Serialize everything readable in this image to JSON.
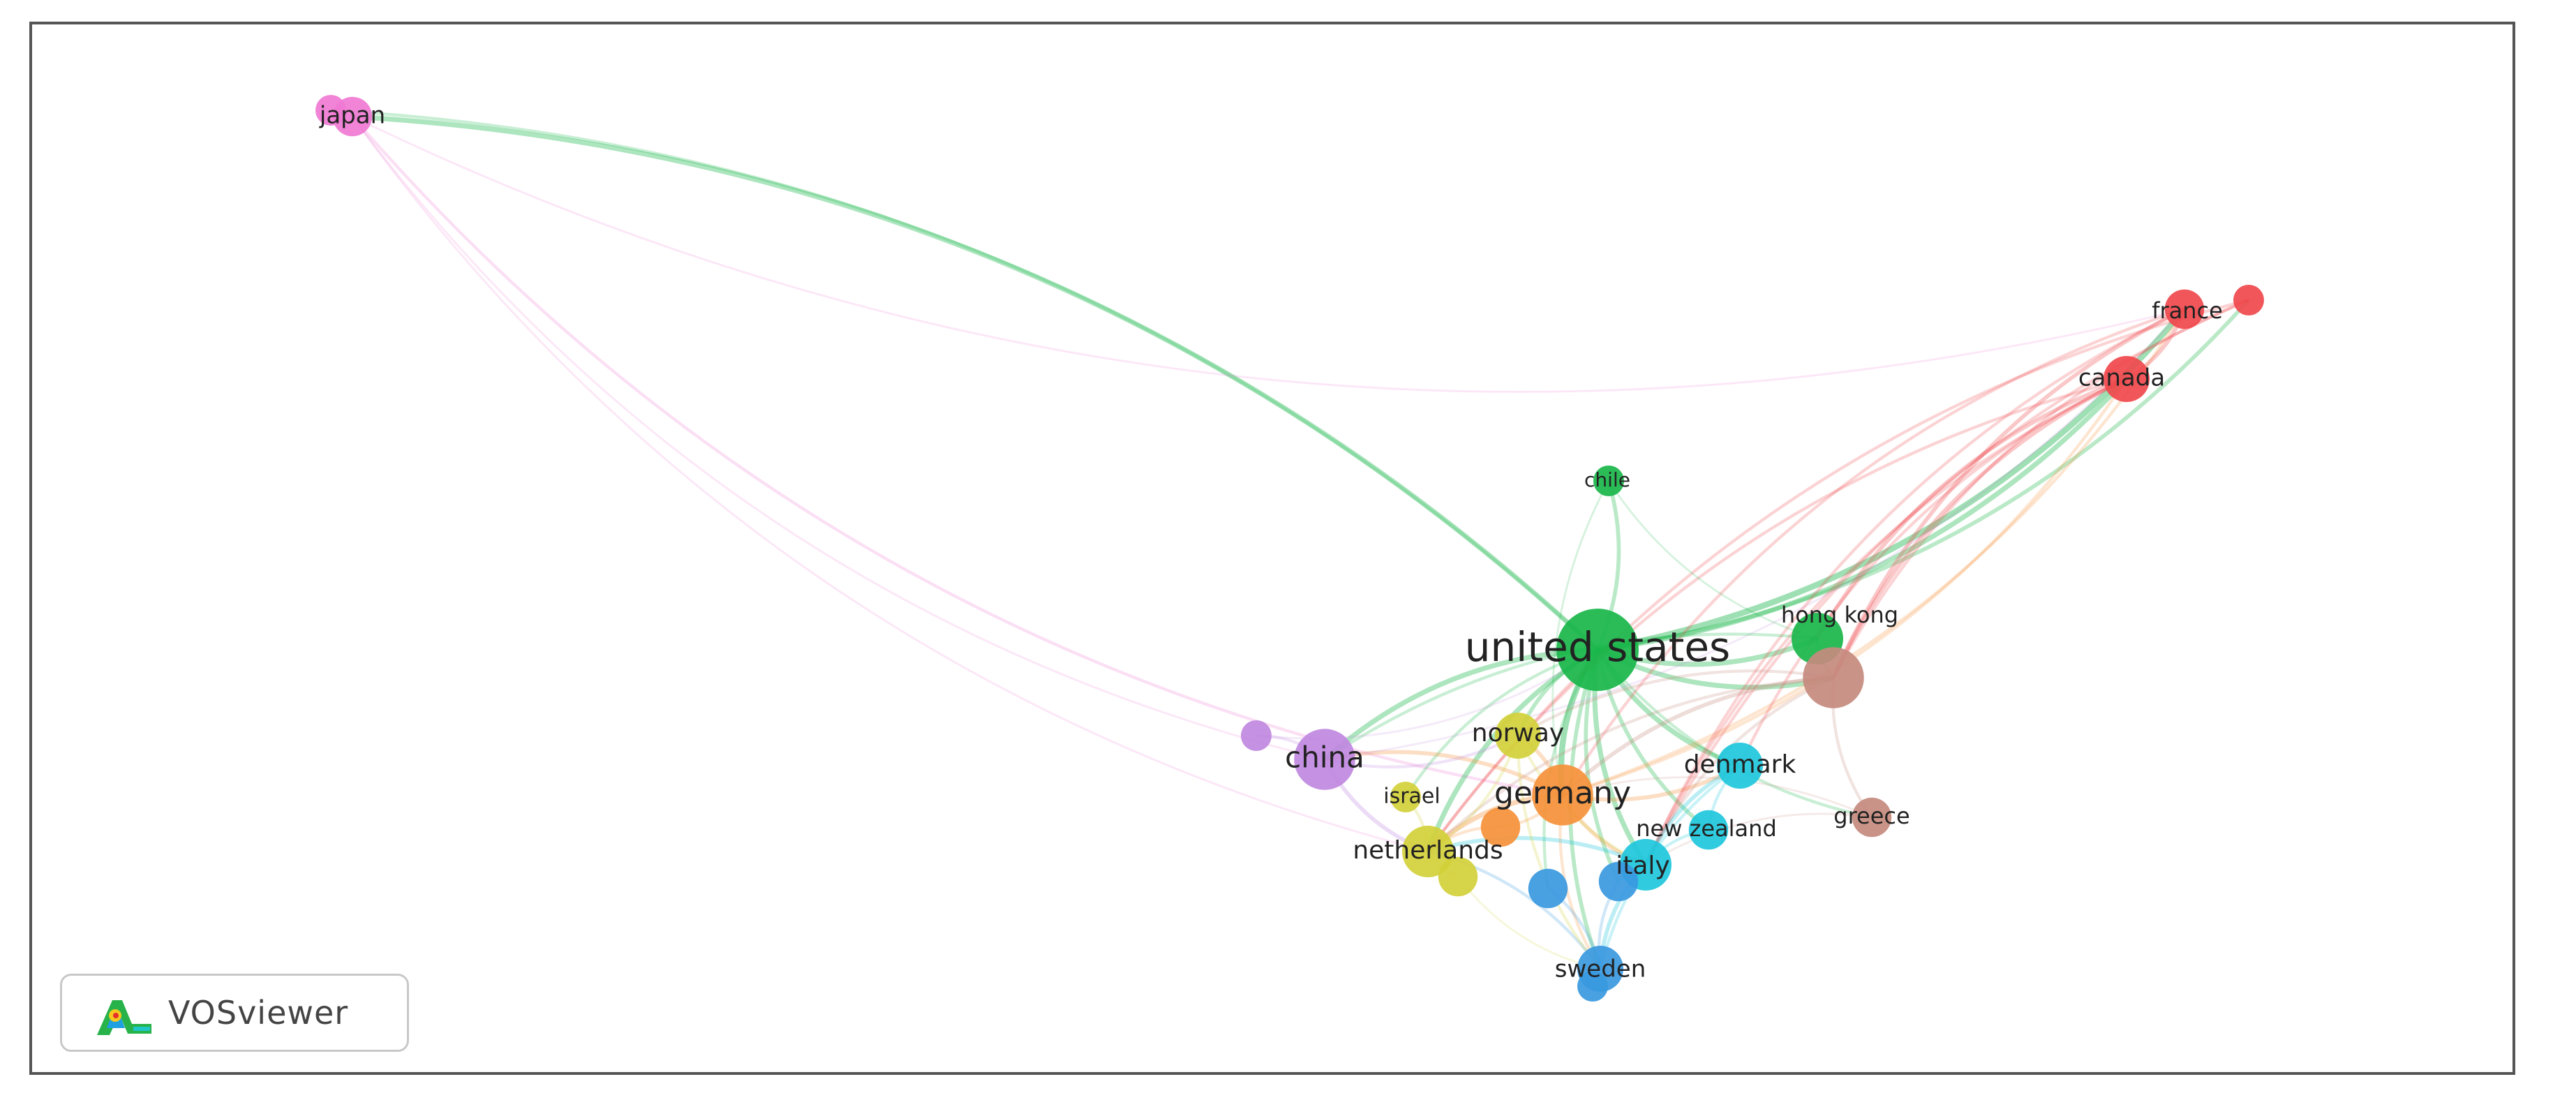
{
  "brand": {
    "name": "VOSviewer"
  },
  "colors": {
    "red": "#f0484c",
    "green": "#19b64a",
    "purple": "#c088e0",
    "orange": "#f5913a",
    "yellow": "#d2d03a",
    "cyan": "#1ec7dc",
    "blue": "#3a99e0",
    "pink": "#f07ad2",
    "brown": "#c58a7e"
  },
  "chart_data": {
    "type": "network",
    "nodes": [
      {
        "id": "japan",
        "label": "japan",
        "cluster": "pink",
        "weight": 2
      },
      {
        "id": "japan2",
        "label": "",
        "cluster": "pink",
        "weight": 1
      },
      {
        "id": "france",
        "label": "france",
        "cluster": "red",
        "weight": 2
      },
      {
        "id": "red2",
        "label": "",
        "cluster": "red",
        "weight": 1
      },
      {
        "id": "canada",
        "label": "canada",
        "cluster": "red",
        "weight": 3
      },
      {
        "id": "chile",
        "label": "chile",
        "cluster": "green",
        "weight": 1
      },
      {
        "id": "us",
        "label": "united states",
        "cluster": "green",
        "weight": 12
      },
      {
        "id": "hongkong",
        "label": "hong kong",
        "cluster": "green",
        "weight": 4
      },
      {
        "id": "brown1",
        "label": "",
        "cluster": "brown",
        "weight": 6
      },
      {
        "id": "greece",
        "label": "greece",
        "cluster": "brown",
        "weight": 2
      },
      {
        "id": "china",
        "label": "china",
        "cluster": "purple",
        "weight": 6
      },
      {
        "id": "purple2",
        "label": "",
        "cluster": "purple",
        "weight": 1
      },
      {
        "id": "norway",
        "label": "norway",
        "cluster": "yellow",
        "weight": 3
      },
      {
        "id": "germany",
        "label": "germany",
        "cluster": "orange",
        "weight": 6
      },
      {
        "id": "orange2",
        "label": "",
        "cluster": "orange",
        "weight": 2
      },
      {
        "id": "israel",
        "label": "israel",
        "cluster": "yellow",
        "weight": 1
      },
      {
        "id": "netherlands",
        "label": "netherlands",
        "cluster": "yellow",
        "weight": 4
      },
      {
        "id": "yellow2",
        "label": "",
        "cluster": "yellow",
        "weight": 2
      },
      {
        "id": "denmark",
        "label": "denmark",
        "cluster": "cyan",
        "weight": 3
      },
      {
        "id": "newzealand",
        "label": "new zealand",
        "cluster": "cyan",
        "weight": 2
      },
      {
        "id": "italy",
        "label": "italy",
        "cluster": "cyan",
        "weight": 4
      },
      {
        "id": "blue1",
        "label": "",
        "cluster": "blue",
        "weight": 2
      },
      {
        "id": "blue2",
        "label": "",
        "cluster": "blue",
        "weight": 2
      },
      {
        "id": "sweden",
        "label": "sweden",
        "cluster": "blue",
        "weight": 3
      },
      {
        "id": "blue3",
        "label": "",
        "cluster": "blue",
        "weight": 1
      }
    ],
    "links": [
      [
        "us",
        "japan",
        4
      ],
      [
        "us",
        "japan2",
        2
      ],
      [
        "japan",
        "france",
        1
      ],
      [
        "japan",
        "germany",
        2
      ],
      [
        "japan",
        "netherlands",
        1
      ],
      [
        "japan",
        "china",
        1
      ],
      [
        "us",
        "france",
        5
      ],
      [
        "us",
        "canada",
        4
      ],
      [
        "us",
        "red2",
        3
      ],
      [
        "us",
        "chile",
        3
      ],
      [
        "us",
        "hongkong",
        4
      ],
      [
        "us",
        "brown1",
        4
      ],
      [
        "us",
        "china",
        4
      ],
      [
        "us",
        "norway",
        3
      ],
      [
        "us",
        "germany",
        5
      ],
      [
        "us",
        "netherlands",
        4
      ],
      [
        "us",
        "denmark",
        4
      ],
      [
        "us",
        "italy",
        4
      ],
      [
        "us",
        "newzealand",
        3
      ],
      [
        "us",
        "sweden",
        3
      ],
      [
        "us",
        "israel",
        2
      ],
      [
        "us",
        "greece",
        2
      ],
      [
        "us",
        "blue1",
        2
      ],
      [
        "us",
        "blue2",
        3
      ],
      [
        "germany",
        "netherlands",
        4
      ],
      [
        "germany",
        "norway",
        3
      ],
      [
        "germany",
        "italy",
        3
      ],
      [
        "germany",
        "china",
        3
      ],
      [
        "germany",
        "denmark",
        3
      ],
      [
        "germany",
        "sweden",
        2
      ],
      [
        "germany",
        "canada",
        2
      ],
      [
        "germany",
        "france",
        2
      ],
      [
        "china",
        "purple2",
        2
      ],
      [
        "china",
        "netherlands",
        3
      ],
      [
        "china",
        "norway",
        2
      ],
      [
        "china",
        "france",
        1
      ],
      [
        "canada",
        "france",
        3
      ],
      [
        "canada",
        "hongkong",
        3
      ],
      [
        "canada",
        "brown1",
        3
      ],
      [
        "canada",
        "italy",
        2
      ],
      [
        "canada",
        "denmark",
        2
      ],
      [
        "canada",
        "netherlands",
        2
      ],
      [
        "france",
        "brown1",
        3
      ],
      [
        "france",
        "italy",
        2
      ],
      [
        "france",
        "germany",
        2
      ],
      [
        "red2",
        "brown1",
        2
      ],
      [
        "red2",
        "netherlands",
        2
      ],
      [
        "red2",
        "italy",
        2
      ],
      [
        "hongkong",
        "brown1",
        2
      ],
      [
        "hongkong",
        "china",
        2
      ],
      [
        "brown1",
        "germany",
        3
      ],
      [
        "brown1",
        "greece",
        2
      ],
      [
        "brown1",
        "italy",
        2
      ],
      [
        "brown1",
        "norway",
        2
      ],
      [
        "brown1",
        "netherlands",
        2
      ],
      [
        "denmark",
        "italy",
        3
      ],
      [
        "denmark",
        "sweden",
        2
      ],
      [
        "denmark",
        "newzealand",
        2
      ],
      [
        "italy",
        "sweden",
        3
      ],
      [
        "italy",
        "netherlands",
        3
      ],
      [
        "italy",
        "blue2",
        2
      ],
      [
        "sweden",
        "blue1",
        2
      ],
      [
        "sweden",
        "netherlands",
        2
      ],
      [
        "sweden",
        "blue3",
        1
      ],
      [
        "netherlands",
        "yellow2",
        2
      ],
      [
        "netherlands",
        "norway",
        2
      ],
      [
        "netherlands",
        "israel",
        2
      ],
      [
        "norway",
        "italy",
        2
      ],
      [
        "norway",
        "sweden",
        2
      ],
      [
        "orange2",
        "netherlands",
        2
      ],
      [
        "orange2",
        "germany",
        2
      ],
      [
        "newzealand",
        "italy",
        2
      ],
      [
        "chile",
        "germany",
        1
      ],
      [
        "chile",
        "hongkong",
        1
      ],
      [
        "greece",
        "germany",
        1
      ],
      [
        "greece",
        "italy",
        1
      ],
      [
        "purple2",
        "us",
        1
      ],
      [
        "yellow2",
        "sweden",
        1
      ],
      [
        "blue2",
        "sweden",
        2
      ]
    ]
  }
}
